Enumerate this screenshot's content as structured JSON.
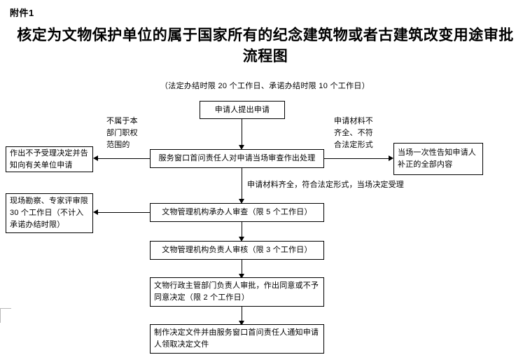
{
  "document": {
    "attachment_label": "附件1",
    "title": "核定为文物保护单位的属于国家所有的纪念建筑物或者古建筑改变用途审批流程图",
    "subtitle": "（法定办结时限 20 个工作日、承诺办结时限 10 个工作日）"
  },
  "flow": {
    "nodes": {
      "applicant_submit": "申请人提出申请",
      "window_review": "服务窗口首问责任人对申请当场审查作出处理",
      "reject_notice": "作出不予受理决定并告知向有关单位申请",
      "supplement_notice": "当场一次性告知申请人补正的全部内容",
      "site_survey": "现场勘察、专家评审限 30 个工作日（不计入承诺办结时限）",
      "officer_review": "文物管理机构承办人审查（限 5 个工作日）",
      "head_verify": "文物管理机构负责人审核（限 3 个工作日）",
      "dept_approve": "文物行政主管部门负责人审批，作出同意或不予同意决定（限 2 个工作日）",
      "issue_document": "制作决定文件并由服务窗口首问责任人通知申请人领取决定文件"
    },
    "edge_labels": {
      "out_of_scope": "不属于本\n部门职权\n范围的",
      "incomplete_materials": "申请材料不\n齐全、不符\n合法定形式",
      "accepted": "申请材料齐全，符合法定形式，当场决定受理"
    }
  },
  "style": {
    "ink": "#000000",
    "paper": "#ffffff",
    "crop_mark": "#b9b9b9"
  }
}
